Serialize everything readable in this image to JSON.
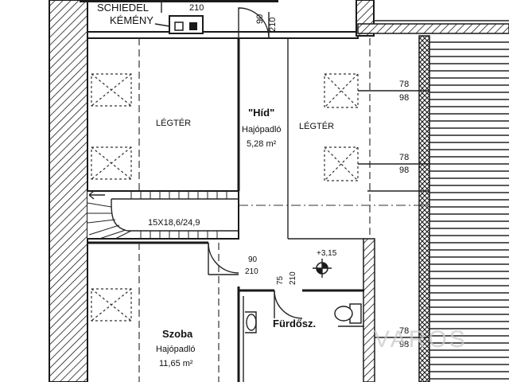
{
  "labels": {
    "chimney_brand": "SCHIEDEL",
    "chimney_word": "KÉMÉNY",
    "chimney_dim": "210",
    "air_left": "LÉGTÉR",
    "air_right": "LÉGTÉR",
    "bridge_name": "\"Híd\"",
    "bridge_floor": "Hajópadló",
    "bridge_area": "5,28 m²",
    "stair_spec": "15X18,6/24,9",
    "room_name": "Szoba",
    "room_floor": "Hajópadló",
    "room_area": "11,65 m²",
    "bath_name": "Fürdősz.",
    "level_mark": "+3,15",
    "watermark": "VAROS"
  },
  "doors": {
    "top_width": "90",
    "top_height": "210",
    "mid_width": "90",
    "mid_height": "210",
    "bath_width": "75",
    "bath_height": "210"
  },
  "windows": {
    "w1_width": "78",
    "w1_height": "98",
    "w2_width": "78",
    "w2_height": "98",
    "w3_width": "78",
    "w3_height": "98"
  }
}
